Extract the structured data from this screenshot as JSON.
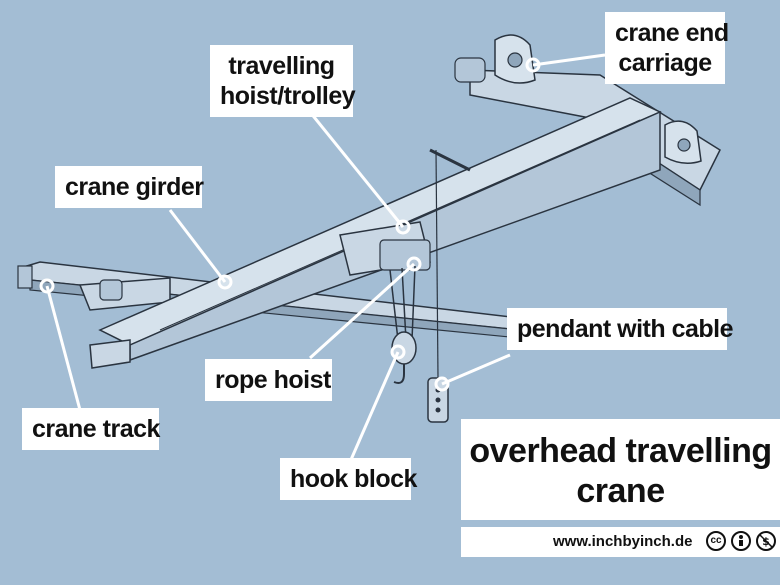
{
  "title": {
    "line1": "overhead travelling",
    "line2": "crane"
  },
  "labels": {
    "crane_end_carriage_1": "crane end",
    "crane_end_carriage_2": "carriage",
    "travelling_hoist_1": "travelling",
    "travelling_hoist_2": "hoist/trolley",
    "crane_girder": "crane girder",
    "pendant_with_cable": "pendant with cable",
    "rope_hoist": "rope hoist",
    "crane_track": "crane track",
    "hook_block": "hook block"
  },
  "footer": {
    "url": "www.inchbyinch.de",
    "license_icons": [
      "cc-icon",
      "attribution-icon",
      "noncommercial-icon"
    ]
  },
  "colors": {
    "background": "#a3bdd4",
    "steel": "#c9d7e4",
    "steel_shadow": "#8fa6bb",
    "outline": "#2a3440",
    "callout_line": "#ffffff"
  }
}
